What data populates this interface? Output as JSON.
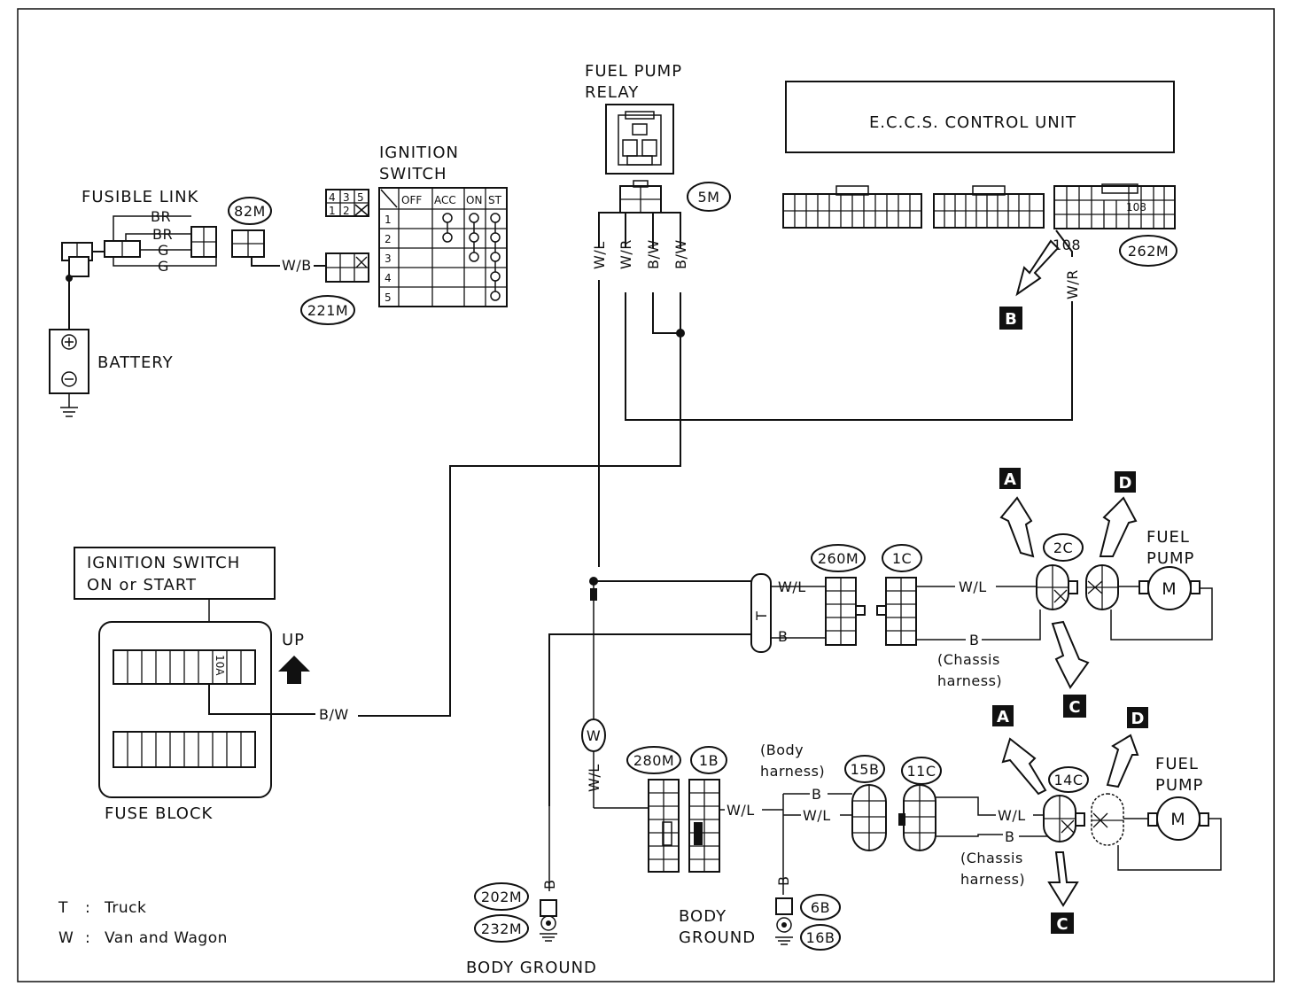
{
  "labels": {
    "fuel_pump_relay_1": "FUEL PUMP",
    "fuel_pump_relay_2": "RELAY",
    "eccs_unit": "E.C.C.S. CONTROL UNIT",
    "ignition_switch_1": "IGNITION",
    "ignition_switch_2": "SWITCH",
    "fusible_link": "FUSIBLE LINK",
    "battery": "BATTERY",
    "ign_on_start_1": "IGNITION SWITCH",
    "ign_on_start_2": "ON or START",
    "fuse_block": "FUSE BLOCK",
    "up": "UP",
    "fuse_10a": "10A",
    "fuel_pump_1a": "FUEL",
    "fuel_pump_1b": "PUMP",
    "fuel_pump_2a": "FUEL",
    "fuel_pump_2b": "PUMP",
    "body_ground_1": "BODY GROUND",
    "body_ground_2a": "BODY",
    "body_ground_2b": "GROUND",
    "chassis_1a": "(Chassis",
    "chassis_1b": "harness)",
    "chassis_2a": "(Chassis",
    "chassis_2b": "harness)",
    "body_harness_a": "(Body",
    "body_harness_b": "harness)",
    "pin_108": "108",
    "pin_108_box": "108",
    "motor_1": "M",
    "motor_2": "M",
    "truck_mark": "T",
    "van_mark": "W"
  },
  "ignition_table": {
    "headers": [
      "OFF",
      "ACC",
      "ON",
      "ST"
    ],
    "rows": [
      "1",
      "2",
      "3",
      "4",
      "5"
    ],
    "pin_grid": [
      "4",
      "3",
      "5",
      "1",
      "2"
    ]
  },
  "connectors": {
    "c82m": "82M",
    "c221m": "221M",
    "c5m": "5M",
    "c262m": "262M",
    "c260m": "260M",
    "c1c": "1C",
    "c2c": "2C",
    "c280m": "280M",
    "c1b": "1B",
    "c15b": "15B",
    "c11c": "11C",
    "c14c": "14C",
    "c202m": "202M",
    "c232m": "232M",
    "c6b": "6B",
    "c16b": "16B"
  },
  "wires": {
    "br1": "BR",
    "br2": "BR",
    "g1": "G",
    "g2": "G",
    "wb": "W/B",
    "wl_relay": "W/L",
    "wr_relay": "W/R",
    "bw_relay1": "B/W",
    "bw_relay2": "B/W",
    "wr_ecu": "W/R",
    "bw_fuse": "B/W",
    "wl_260": "W/L",
    "b_260": "B",
    "wl_1c": "W/L",
    "b_1c": "B",
    "wl_w": "W/L",
    "wl_1b": "W/L",
    "b_body": "B",
    "wl_body": "W/L",
    "wl_11c": "W/L",
    "b_11c": "B",
    "b_202": "B",
    "b_6b": "B"
  },
  "badges": {
    "b_ecu": "B",
    "a1": "A",
    "d1": "D",
    "c1": "C",
    "a2": "A",
    "d2": "D",
    "c2": "C"
  },
  "legend": [
    {
      "key": "T",
      "sep": ":",
      "value": "Truck"
    },
    {
      "key": "W",
      "sep": ":",
      "value": "Van and Wagon"
    }
  ]
}
